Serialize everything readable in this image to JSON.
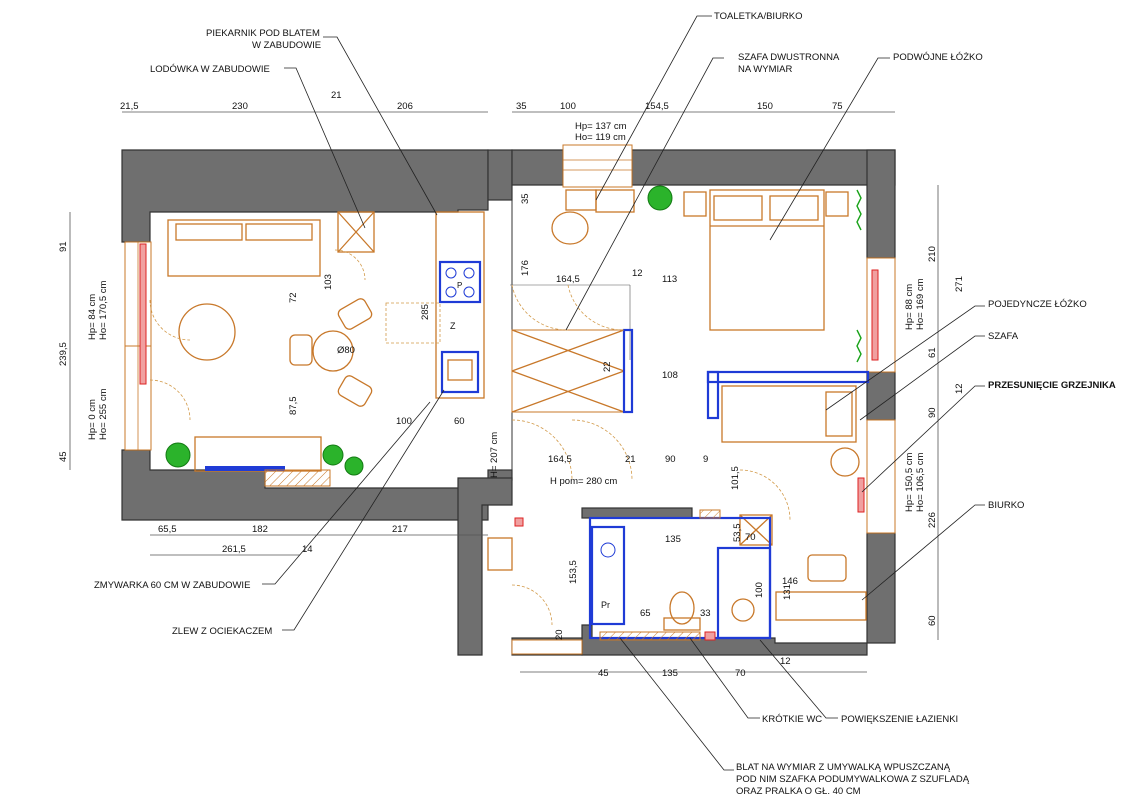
{
  "plan": {
    "labels": {
      "oven": [
        "PIEKARNIK POD BLATEM",
        "W ZABUDOWIE"
      ],
      "fridge": "LODÓWKA W ZABUDOWIE",
      "toilet_desk": "TOALETKA/BIURKO",
      "double_wardrobe": [
        "SZAFA DWUSTRONNA",
        "NA WYMIAR"
      ],
      "double_bed": "PODWÓJNE ŁÓŻKO",
      "single_bed": "POJEDYNCZE ŁÓŻKO",
      "wardrobe": "SZAFA",
      "radiator": "PRZESUNIĘCIE GRZEJNIKA",
      "desk": "BIURKO",
      "dishwasher": "ZMYWARKA 60 CM W ZABUDOWIE",
      "sink": "ZLEW Z OCIEKACZEM",
      "short_wc": "KRÓTKIE WC",
      "bathroom": "POWIĘKSZENIE ŁAZIENKI",
      "counter": [
        "BLAT NA WYMIAR Z UMYWALKĄ WPUSZCZANĄ",
        "POD NIM SZAFKA PODUMYWALKOWA Z SZUFLADĄ",
        "ORAZ PRALKA O GŁ. 40 CM"
      ]
    },
    "window_notes": {
      "top": [
        "Hp= 137 cm",
        "Ho= 119 cm"
      ],
      "left_upper": [
        "Hp= 84 cm",
        "Ho= 170,5 cm"
      ],
      "left_lower": [
        "Hp= 0 cm",
        "Ho= 255 cm"
      ],
      "right_upper": [
        "Hp= 88 cm",
        "Ho= 169 cm"
      ],
      "right_lower": [
        "Hp= 150,5 cm",
        "Ho= 106,5 cm"
      ]
    },
    "room_notes": {
      "door_height": "H= 207 cm",
      "room_height": "H pom= 280 cm",
      "table": "Ø80",
      "pr": "Pr",
      "z": "Z",
      "p": "P"
    },
    "dims": {
      "top_left": [
        "21,5",
        "230",
        "21",
        "206"
      ],
      "top_right": [
        "35",
        "100",
        "154,5",
        "150",
        "75"
      ],
      "bottom_left": [
        "65,5",
        "182",
        "217"
      ],
      "bottom_left_total": "261,5",
      "bottom_left_small": "14",
      "left": [
        "91",
        "239,5",
        "45"
      ],
      "right": [
        "210",
        "271",
        "61",
        "12",
        "90",
        "226",
        "60"
      ],
      "interior": [
        "35",
        "176",
        "164,5",
        "12",
        "113",
        "72",
        "103",
        "285",
        "22",
        "108",
        "87,5",
        "100",
        "60",
        "164,5",
        "21",
        "90",
        "9",
        "101,5",
        "53,5",
        "70",
        "135",
        "146",
        "153,5",
        "65",
        "33",
        "100",
        "131",
        "20",
        "12"
      ],
      "bottom_bath": [
        "45",
        "135",
        "70"
      ]
    }
  }
}
